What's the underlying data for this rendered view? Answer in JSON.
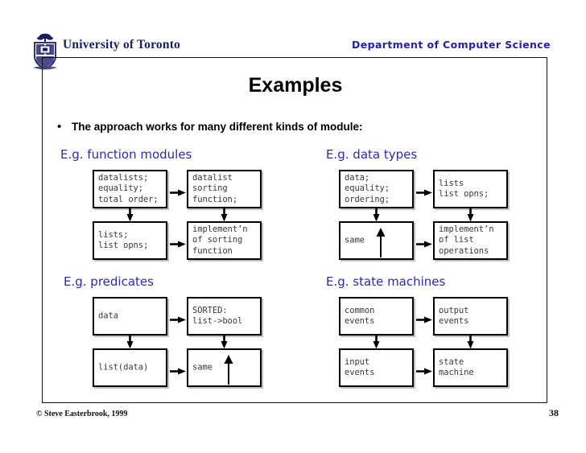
{
  "header": {
    "university": "University of Toronto",
    "department": "Department of Computer Science",
    "crest_color": "#1d1d63"
  },
  "slide": {
    "title": "Examples",
    "bullet_marker": "•",
    "bullet_text": "The approach works for many different kinds of module:",
    "heading_color": "#2b2bac"
  },
  "sections": [
    {
      "id": "function-modules",
      "heading": "E.g. function modules",
      "cells": {
        "top_left": "datalists;\nequality;\ntotal order;",
        "top_right": "datalist\nsorting\nfunction;",
        "bottom_left": "lists;\nlist opns;",
        "bottom_right": "implement’n\nof sorting\nfunction"
      },
      "arrows": [
        "top-right",
        "bottom-right",
        "down-left",
        "down-right"
      ],
      "same_arrow_cell": null
    },
    {
      "id": "data-types",
      "heading": "E.g. data types",
      "cells": {
        "top_left": "data;\nequality;\nordering;",
        "top_right": "lists\nlist opns;",
        "bottom_left": "same",
        "bottom_right": "implement’n\nof list\noperations"
      },
      "arrows": [
        "top-right",
        "bottom-right",
        "down-left",
        "down-right"
      ],
      "same_arrow_cell": "bottom_left"
    },
    {
      "id": "predicates",
      "heading": "E.g. predicates",
      "cells": {
        "top_left": "data",
        "top_right": "SORTED:\nlist->bool",
        "bottom_left": "list(data)",
        "bottom_right": "same"
      },
      "arrows": [
        "top-right",
        "bottom-right",
        "down-left",
        "down-right"
      ],
      "same_arrow_cell": "bottom_right"
    },
    {
      "id": "state-machines",
      "heading": "E.g. state machines",
      "cells": {
        "top_left": "common\nevents",
        "top_right": "output\nevents",
        "bottom_left": "input\nevents",
        "bottom_right": "state\nmachine"
      },
      "arrows": [
        "top-right",
        "bottom-right",
        "down-left",
        "down-right"
      ],
      "same_arrow_cell": null
    }
  ],
  "footer": {
    "copyright": "© Steve Easterbrook, 1999",
    "page_number": "38"
  }
}
